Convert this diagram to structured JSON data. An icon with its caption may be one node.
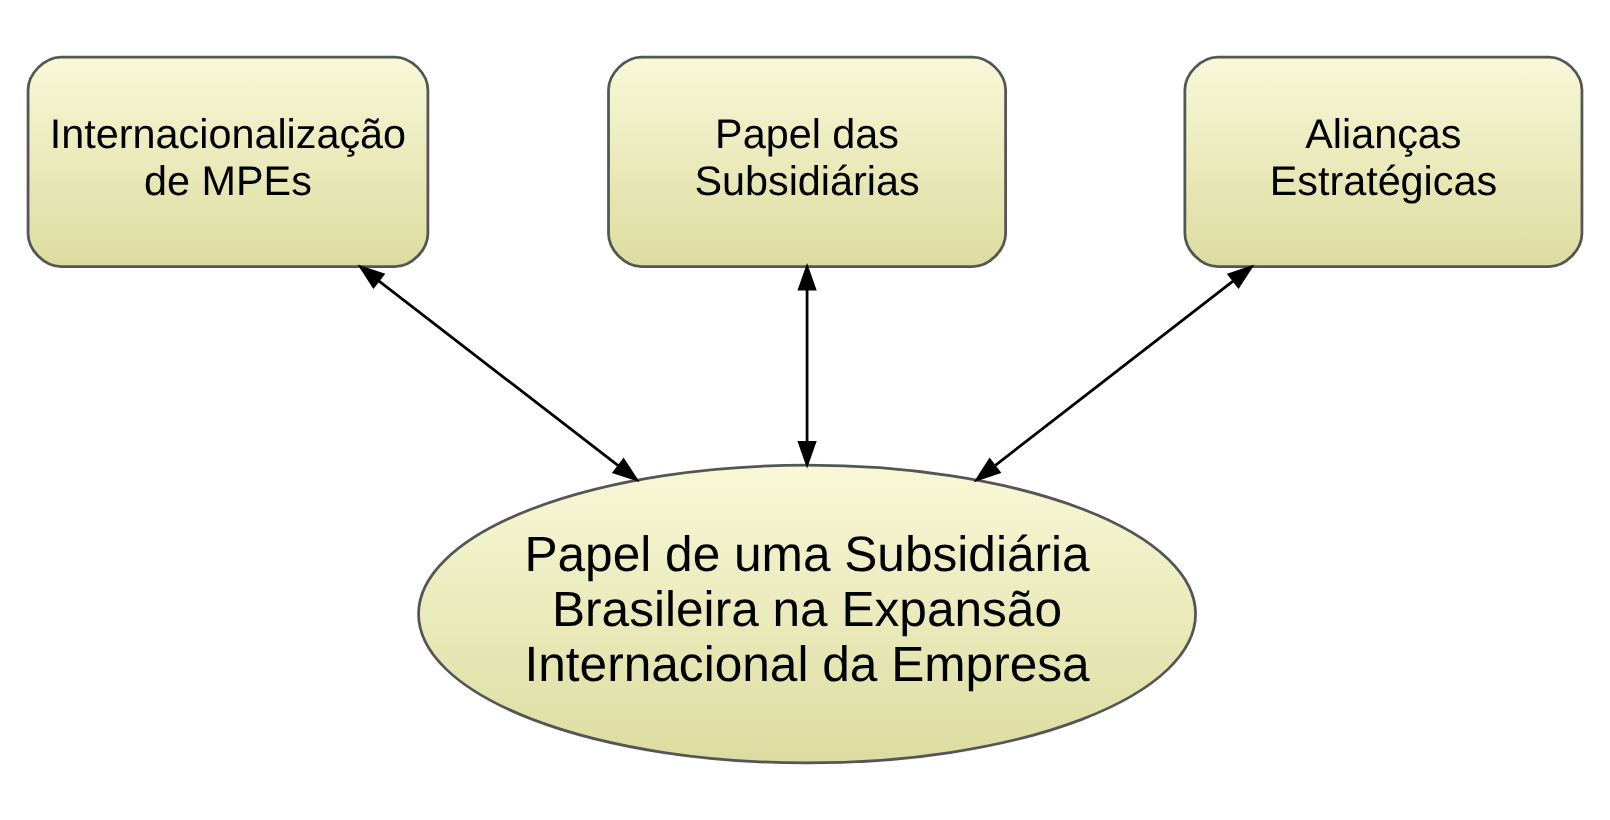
{
  "diagram": {
    "nodes": [
      {
        "text": [
          "Internacionalização de MPEs"
        ]
      },
      {
        "text": [
          "Papel das Subsidiárias"
        ]
      },
      {
        "text": [
          "Alianças Estratégicas"
        ]
      },
      {
        "text": [
          "Papel de uma Subsidiária Brasileira na Expansão Internacional da Empresa"
        ]
      }
    ],
    "edges": [
      {
        "from": 0,
        "to": 3,
        "arrow": "both"
      },
      {
        "from": 1,
        "to": 3,
        "arrow": "both"
      },
      {
        "from": 2,
        "to": 3,
        "arrow": "both"
      }
    ]
  }
}
